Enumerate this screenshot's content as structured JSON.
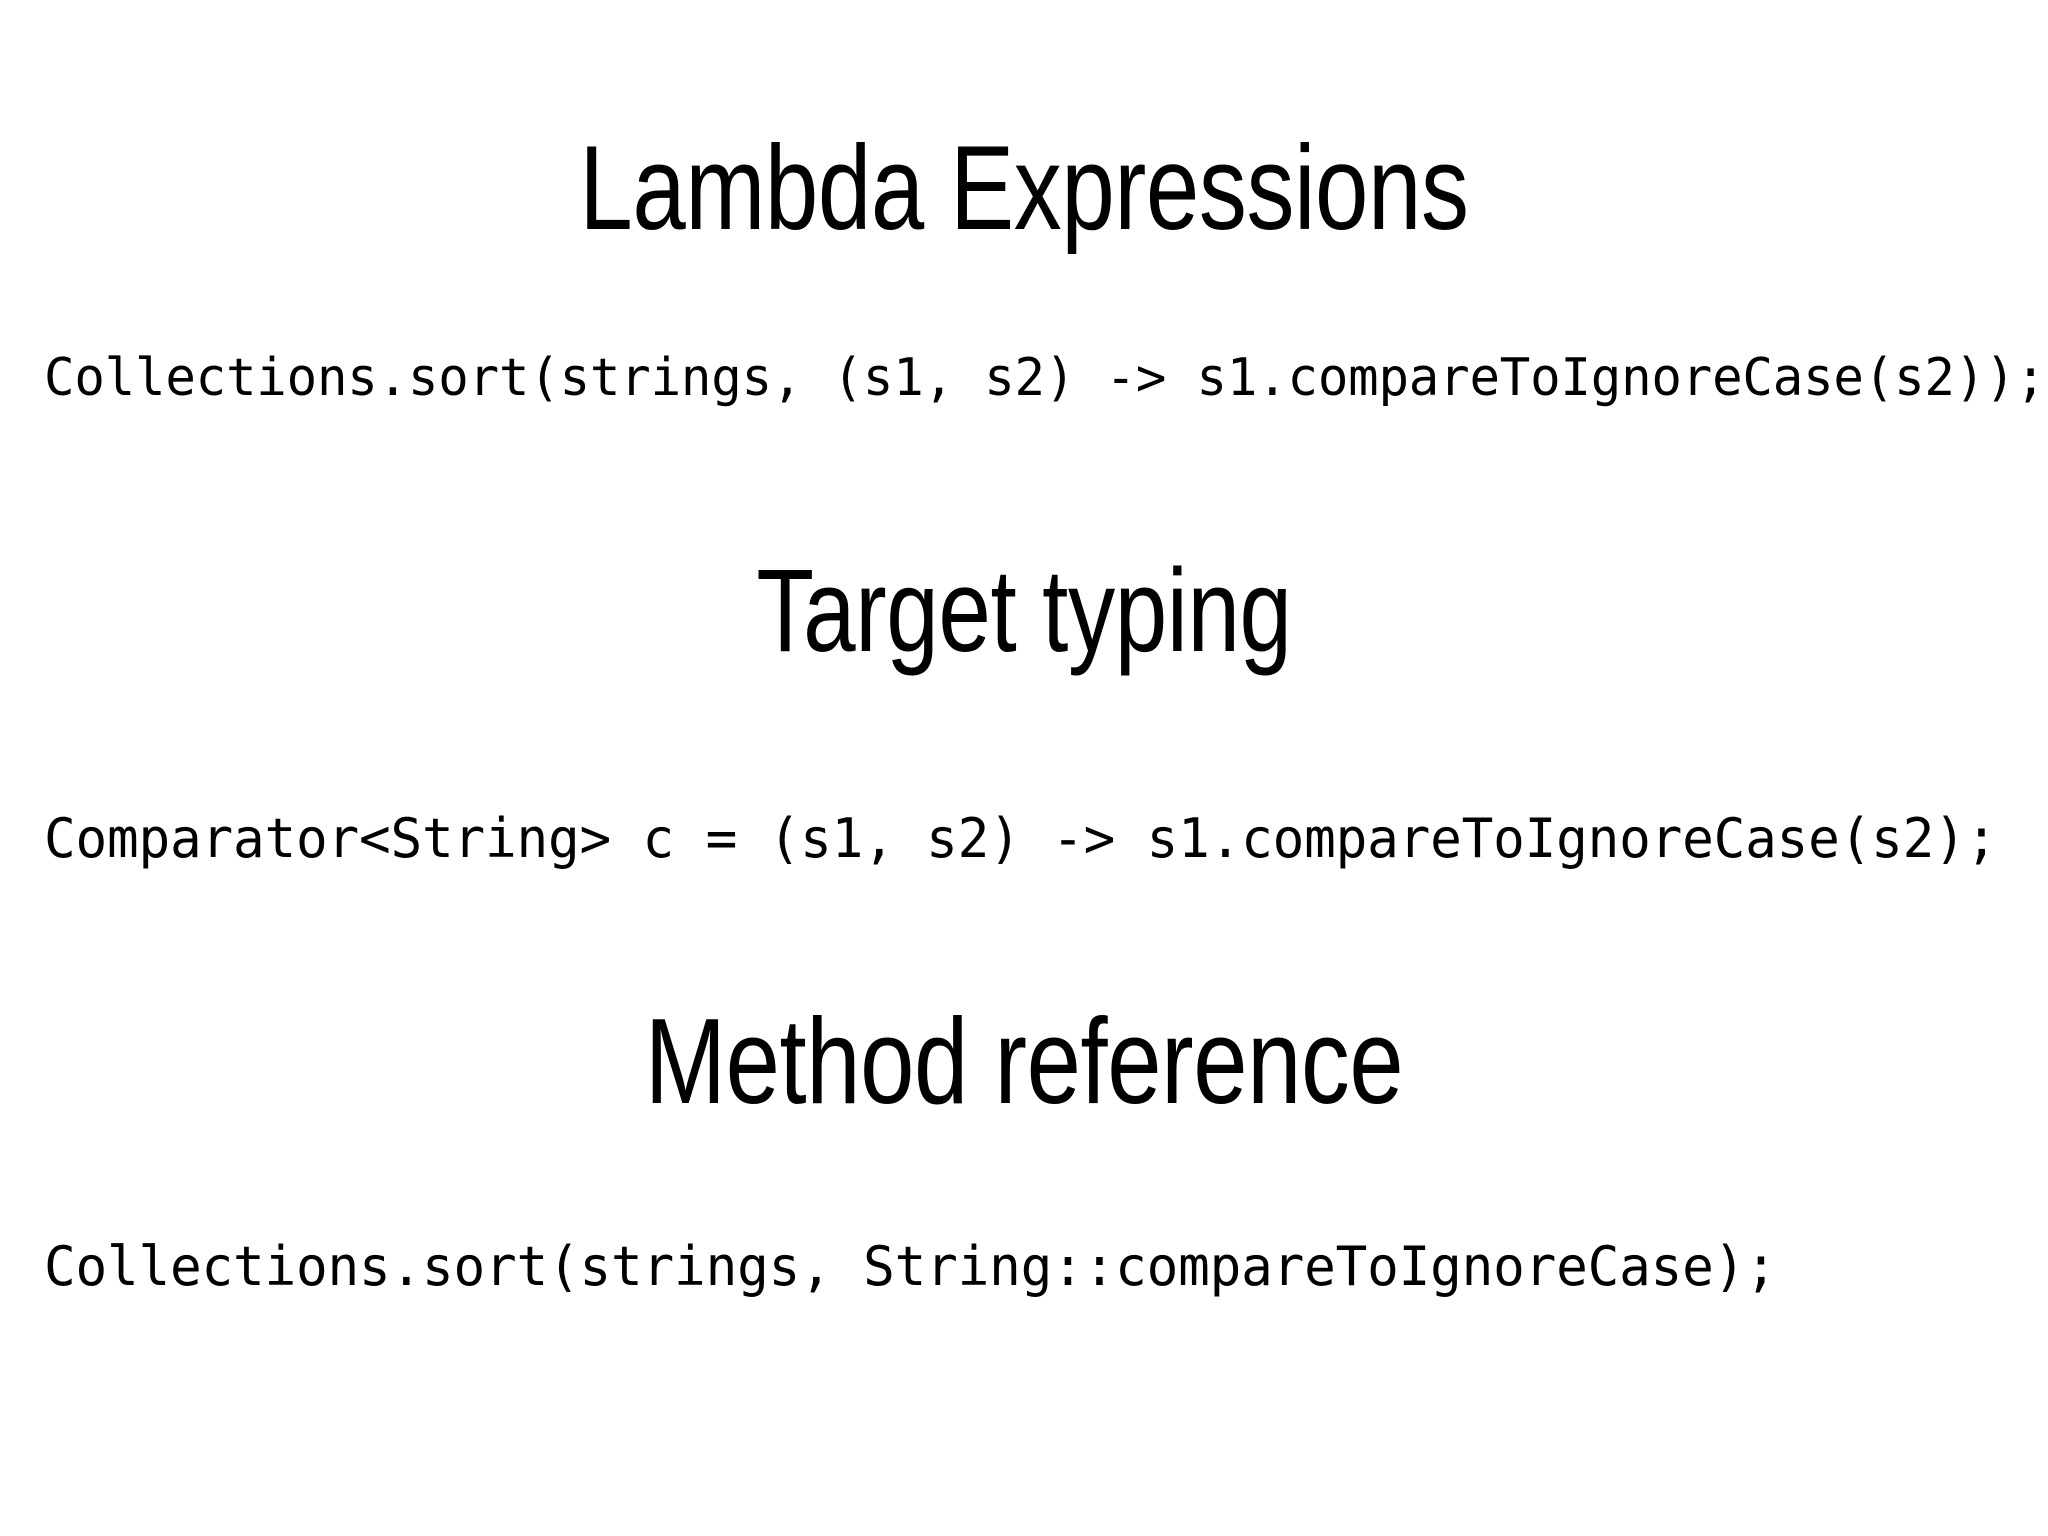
{
  "slide": {
    "background_color": "#ffffff",
    "text_color": "#000000",
    "title": "Lambda Expressions",
    "sections": [
      {
        "heading": "Lambda Expressions",
        "code": "Collections.sort(strings, (s1, s2) -> s1.compareToIgnoreCase(s2));"
      },
      {
        "heading": "Target typing",
        "code": "Comparator<String> c = (s1, s2) -> s1.compareToIgnoreCase(s2);"
      },
      {
        "heading": "Method reference",
        "code": "Collections.sort(strings, String::compareToIgnoreCase);"
      }
    ]
  }
}
